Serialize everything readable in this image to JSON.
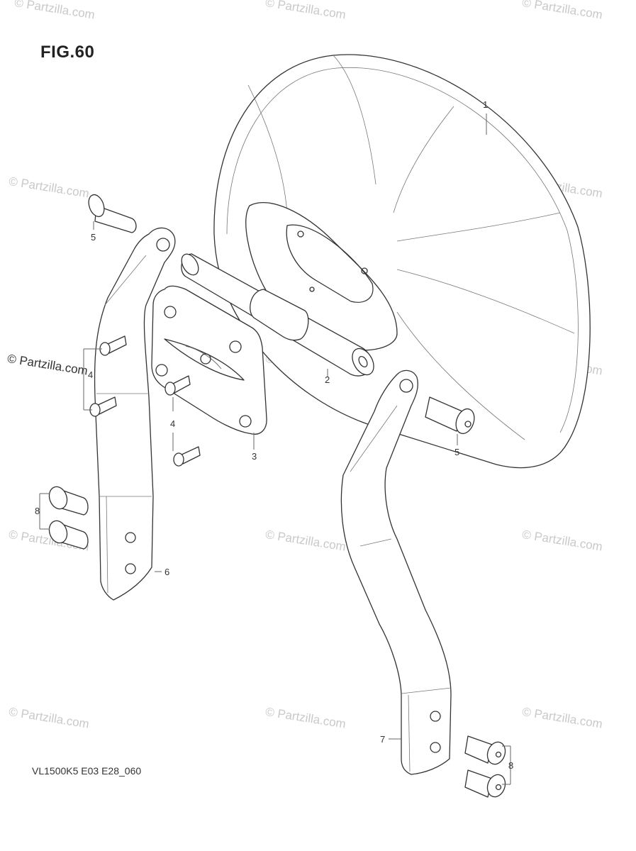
{
  "figure": {
    "title": "FIG.60",
    "code": "VL1500K5 E03 E28_060"
  },
  "watermark": {
    "text": "© Partzilla.com",
    "color": "#c9c9c9"
  },
  "callouts": {
    "backrest_pad": "1",
    "bar": "2",
    "emblem_plate": "3",
    "bolt_upper": "4",
    "bolt_lower": "4",
    "pin_bolt_left": "5",
    "pin_bolt_right": "5",
    "bracket_left": "6",
    "bracket_right": "7",
    "bolt_pair_left": "8",
    "bolt_pair_right": "8"
  }
}
